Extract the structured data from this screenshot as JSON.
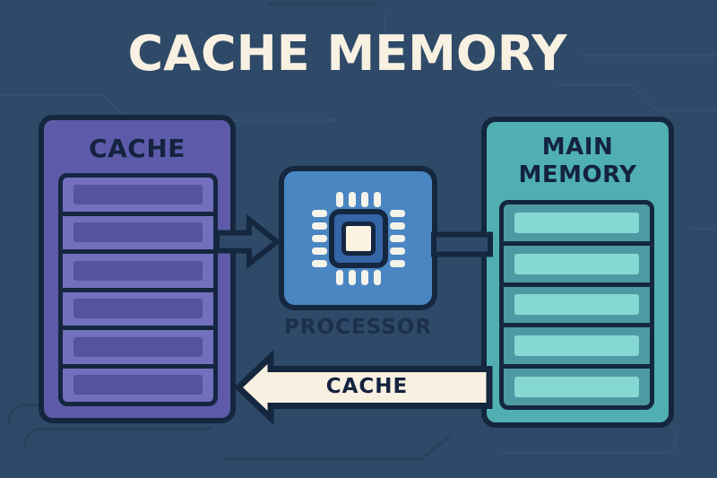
{
  "title": "CACHE MEMORY",
  "cache_block": {
    "label": "CACHE",
    "rows": 6
  },
  "processor_block": {
    "label": "PROCESSOR",
    "icon": "chip-icon"
  },
  "memory_block": {
    "label": "MAIN MEMORY",
    "rows": 5
  },
  "arrows": {
    "cache_to_processor": {
      "type": "arrow-right"
    },
    "processor_to_memory": {
      "type": "bus"
    },
    "memory_to_cache": {
      "type": "arrow-left",
      "label": "CACHE"
    }
  },
  "colors": {
    "background": "#2e4a68",
    "outline": "#15273f",
    "cream": "#f8f1e1",
    "dark_text": "#14233f",
    "cache_body": "#5d5ba9",
    "cache_row": "#7270bd",
    "cache_bar": "#5553a0",
    "processor_body": "#4a86c2",
    "chip_body": "#3465a6",
    "chip_core": "#fdf3e2",
    "pin": "#f4f3ea",
    "memory_body": "#4fafb2",
    "memory_row": "#4d9aa4",
    "memory_bar": "#86d8d2",
    "processor_label": "#1c2f4c"
  }
}
